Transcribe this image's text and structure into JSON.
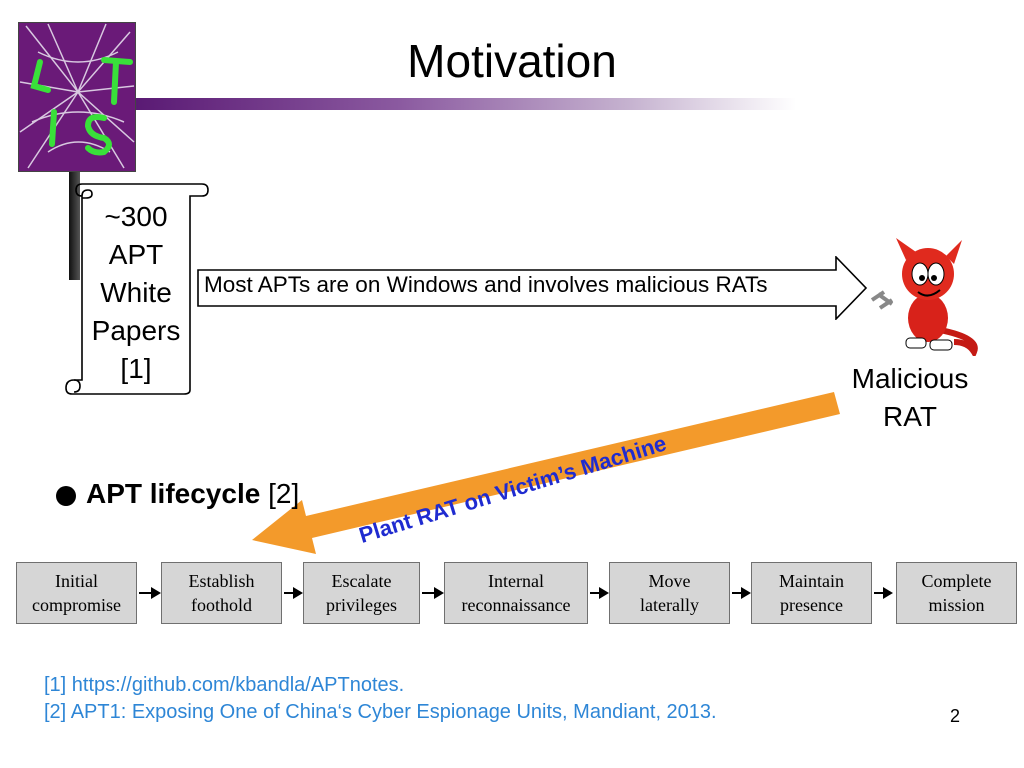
{
  "slide": {
    "title": "Motivation",
    "scroll_lines": [
      "~300",
      "APT",
      "White",
      "Papers",
      "[1]"
    ],
    "arrow_text": "Most APTs are on Windows and involves malicious RATs",
    "rat_lines": [
      "Malicious",
      "RAT"
    ],
    "plant_text": "Plant RAT on Victim’s Machine",
    "lifecycle_bold": "APT lifecycle",
    "lifecycle_ref": " [2]",
    "steps": [
      "Initial\ncompromise",
      "Establish\nfoothold",
      "Escalate\nprivileges",
      "Internal\nreconnaissance",
      "Move\nlaterally",
      "Maintain\npresence",
      "Complete\nmission"
    ],
    "refs": [
      "[1] https://github.com/kbandla/APTnotes.",
      "[2] APT1: Exposing One of China‘s Cyber Espionage Units, Mandiant, 2013."
    ],
    "page_number": "2"
  },
  "colors": {
    "accent_purple": "#5a1a74",
    "plant_arrow": "#f39a2b",
    "plant_text": "#1f2bd0",
    "reference_text": "#2e86d6",
    "step_fill": "#d6d6d6"
  }
}
